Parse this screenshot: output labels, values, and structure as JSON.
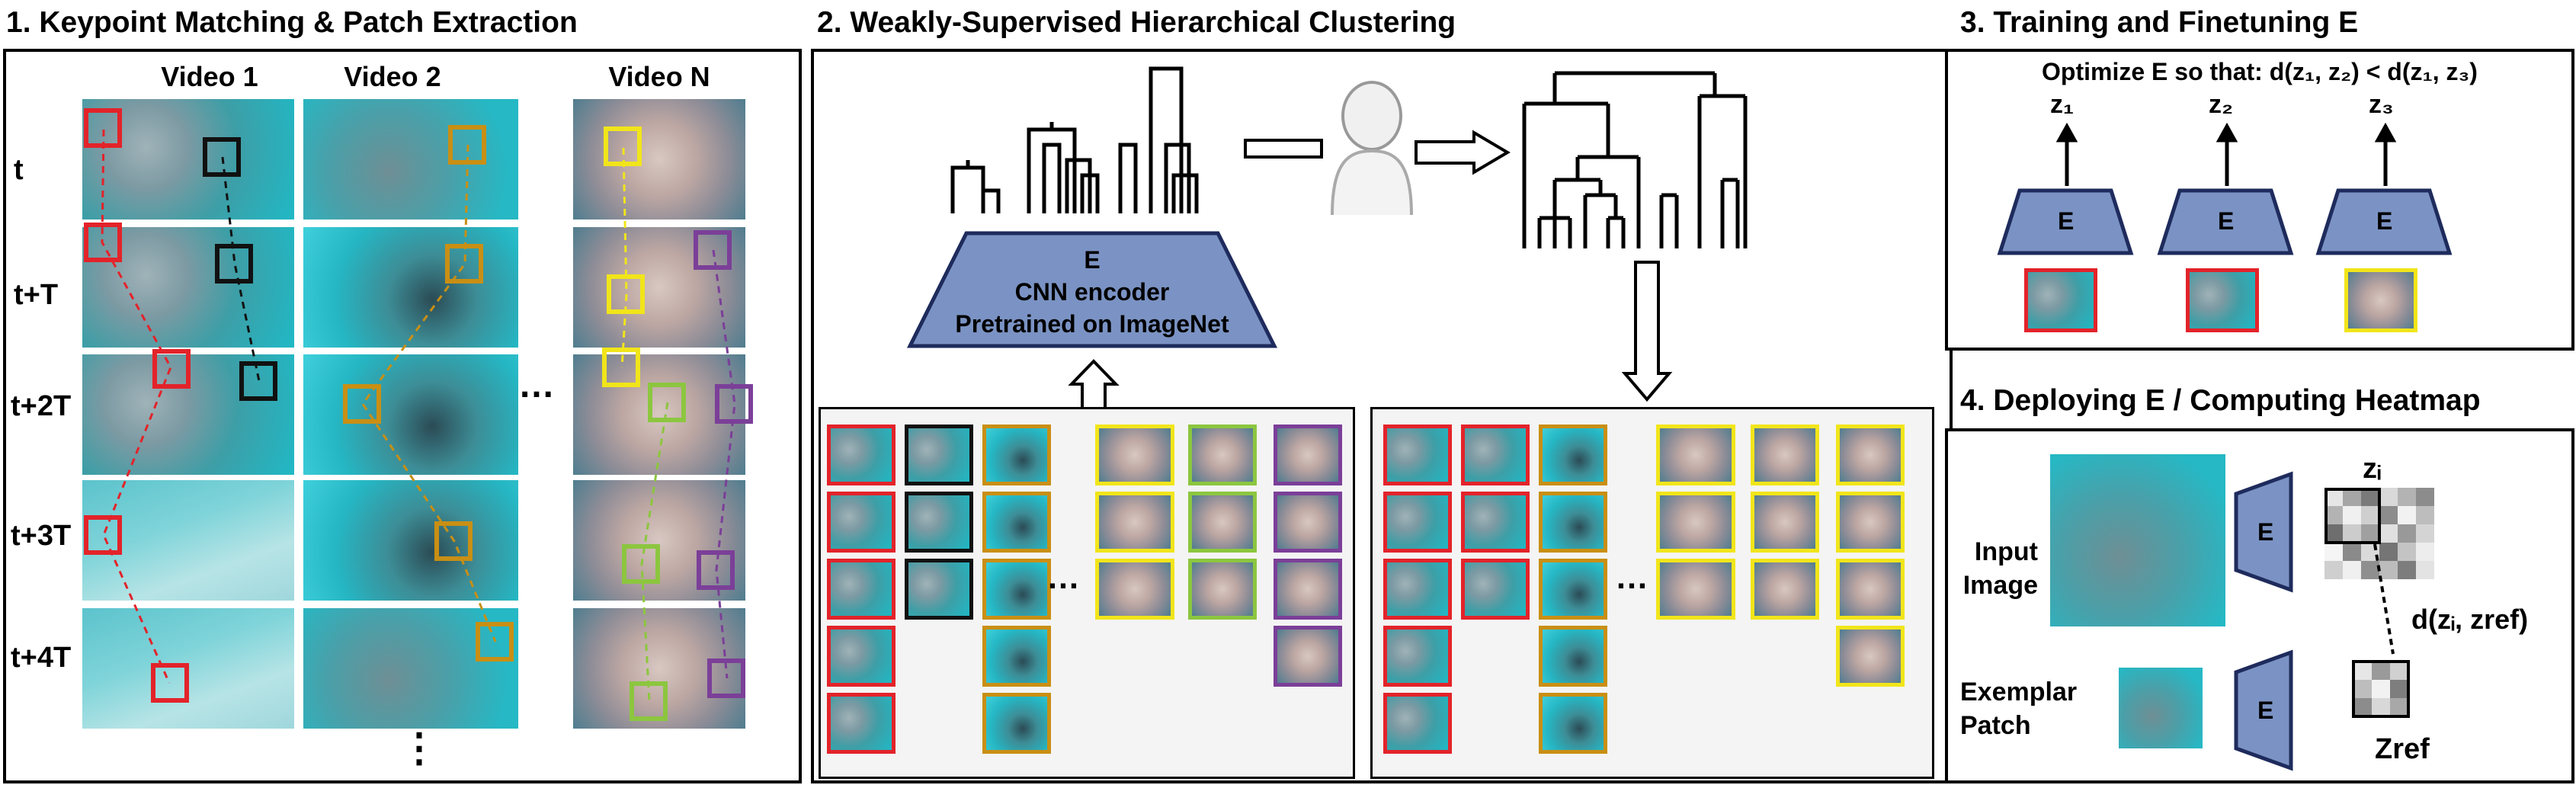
{
  "panel1": {
    "title": "1. Keypoint Matching & Patch Extraction",
    "columns": [
      "Video 1",
      "Video 2",
      "Video N"
    ],
    "rows": [
      "t",
      "t+T",
      "t+2T",
      "t+3T",
      "t+4T"
    ],
    "ellipsis_h": "…",
    "ellipsis_v": "⋮"
  },
  "panel2": {
    "title": "2. Weakly-Supervised Hierarchical Clustering",
    "encoder": {
      "line1": "E",
      "line2": "CNN encoder",
      "line3": "Pretrained on ImageNet"
    },
    "ellipsis": "…"
  },
  "panel3": {
    "title": "3. Training and Finetuning E",
    "objective": "Optimize E so that: d(z₁, z₂) < d(z₁, z₃)",
    "z_labels": [
      "z₁",
      "z₂",
      "z₃"
    ],
    "encoder_label": "E"
  },
  "panel4": {
    "title": "4. Deploying E / Computing Heatmap",
    "input_label_1": "Input",
    "input_label_2": "Image",
    "exemplar_label_1": "Exemplar",
    "exemplar_label_2": "Patch",
    "encoder_label": "E",
    "zi": "zᵢ",
    "zref": "Zref",
    "distance": "d(zᵢ, zref)"
  },
  "colors": {
    "red": "#e3232a",
    "black": "#111111",
    "gold": "#c98f14",
    "yellow": "#f1e51a",
    "green": "#8cc63f",
    "purple": "#7b3f98",
    "encoder_fill": "#7b93c4",
    "encoder_stroke": "#1e2b5c"
  }
}
